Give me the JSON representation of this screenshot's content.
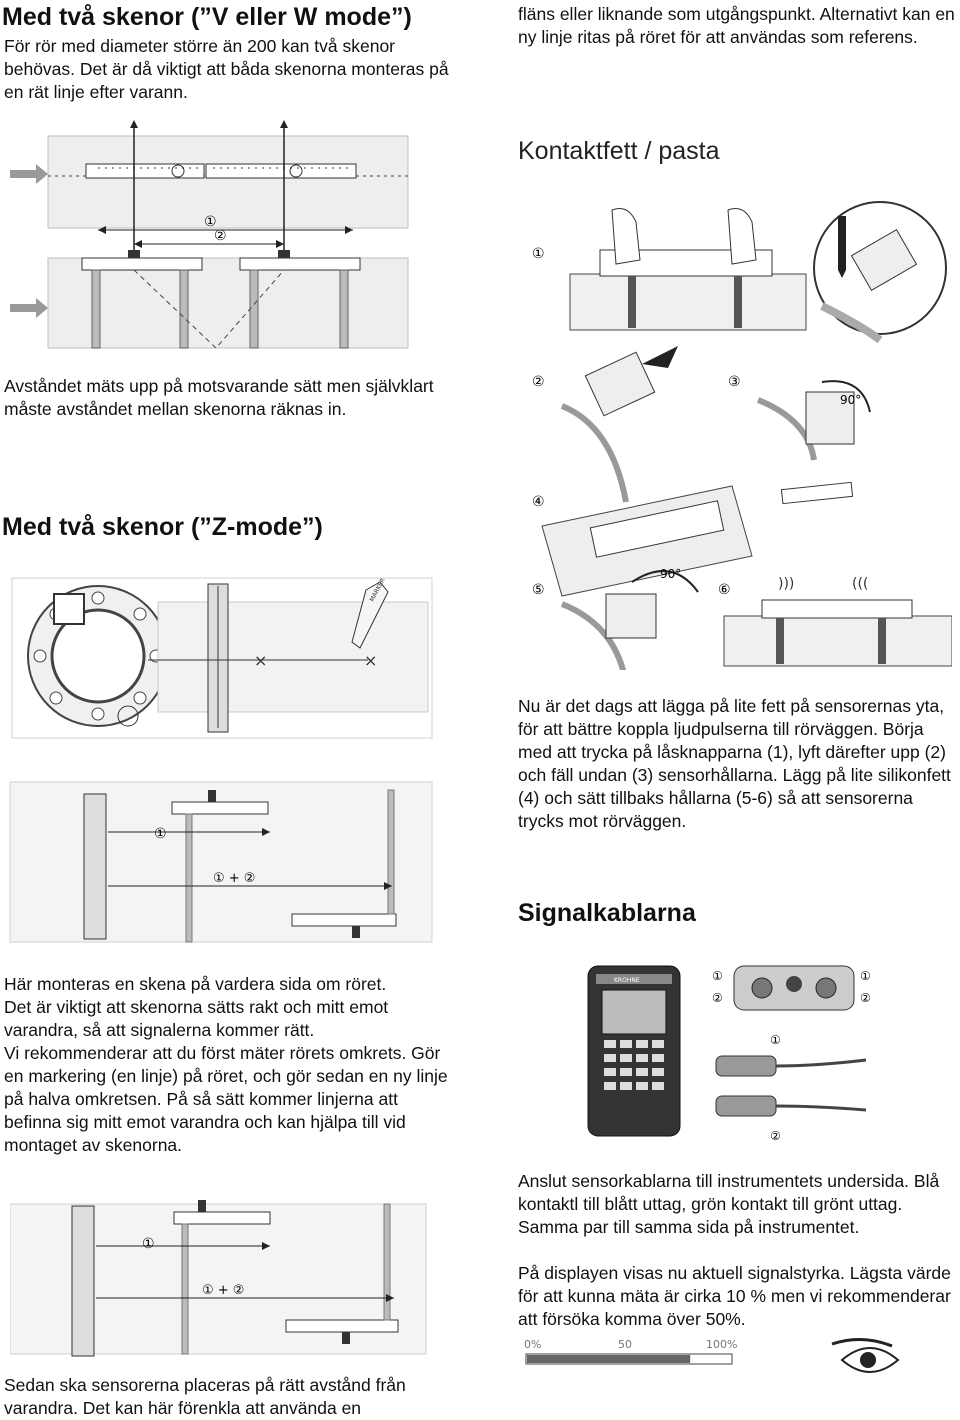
{
  "left": {
    "v_mode_heading": "Med två skenor (”V eller W mode”)",
    "v_mode_text": "För rör med diameter större än 200 kan två skenor behövas. Det är då viktigt att båda skenorna monteras på en rät linje efter varann.",
    "v_mode_caption": "Avståndet mäts upp på motsvarande sätt men självklart måste avståndet mellan skenorna räknas in.",
    "z_mode_heading": "Med två skenor (”Z-mode”)",
    "z_mode_text": "Här monteras en skena på vardera sida om röret.\nDet är viktigt att skenorna sätts rakt och mitt emot varandra, så att signalerna kommer rätt.\nVi rekommenderar att du först mäter rörets omkrets. Gör en markering (en linje) på röret, och gör sedan en ny linje på halva omkretsen.  På så sätt kommer linjerna att befinna sig mitt emot varandra och kan hjälpa till vid montaget av skenorna.",
    "bottom_text": "Sedan ska sensorerna placeras på rätt avstånd från varandra. Det kan här förenkla att använda en",
    "marker_label": "MARKER",
    "figure_labels": {
      "one": "①",
      "two": "②",
      "one_plus_two": "① + ②"
    }
  },
  "right": {
    "top_text": "fläns eller liknande som utgångspunkt. Alternativt kan en ny linje ritas på röret för att användas som referens.",
    "contact_heading": "Kontaktfett / pasta",
    "step_labels": [
      "①",
      "②",
      "③",
      "④",
      "⑤",
      "⑥"
    ],
    "angle_label": "90°",
    "contact_text": "Nu är det dags att lägga på lite fett på sensorernas yta, för att bättre koppla ljudpulserna till rörväggen. Börja med att trycka på låsknapparna (1), lyft därefter upp (2) och fäll undan (3) sensorhållarna. Lägg på lite silikonfett (4) och sätt tillbaks hållarna (5-6) så att sensorerna trycks mot rörväggen.",
    "signal_heading": "Signalkablarna",
    "signal_text": "Anslut sensorkablarna till instrumentets undersida. Blå kontaktl till blått uttag, grön kontakt till grönt uttag. Samma par till samma sida på instrumentet.",
    "strength_text": "På displayen visas nu aktuell signalstyrka. Lägsta värde för att kunna mäta är cirka 10 % men vi rekommenderar att försöka komma över 50%.",
    "instrument_brand": "KROHNE",
    "signal_scale": {
      "labels": [
        "0%",
        "50",
        "100%"
      ],
      "value_percent": 80
    }
  },
  "colors": {
    "text": "#111111",
    "pipe": "#e8e8e8",
    "line": "#333333",
    "shade": "#888888"
  }
}
